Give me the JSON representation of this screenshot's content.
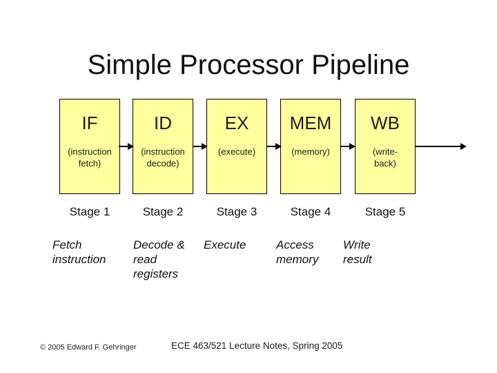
{
  "slide": {
    "title": "Simple Processor Pipeline",
    "footer_left": "© 2005 Edward F. Gehringer",
    "footer_center": "ECE 463/521 Lecture Notes, Spring 2005"
  },
  "pipeline": {
    "stages": [
      {
        "abbr": "IF",
        "caption": "(instruction\nfetch)",
        "stage_label": "Stage 1",
        "description": "Fetch\ninstruction"
      },
      {
        "abbr": "ID",
        "caption": "(instruction\ndecode)",
        "stage_label": "Stage 2",
        "description": "Decode &\nread\nregisters"
      },
      {
        "abbr": "EX",
        "caption": "(execute)",
        "stage_label": "Stage 3",
        "description": "Execute"
      },
      {
        "abbr": "MEM",
        "caption": "(memory)",
        "stage_label": "Stage 4",
        "description": "Access\nmemory"
      },
      {
        "abbr": "WB",
        "caption": "(write-\nback)",
        "stage_label": "Stage 5",
        "description": "Write\nresult"
      }
    ],
    "colors": {
      "box_fill": "#ffff9e",
      "box_border": "#000000",
      "arrow": "#000000",
      "background": "#ffffff"
    }
  }
}
